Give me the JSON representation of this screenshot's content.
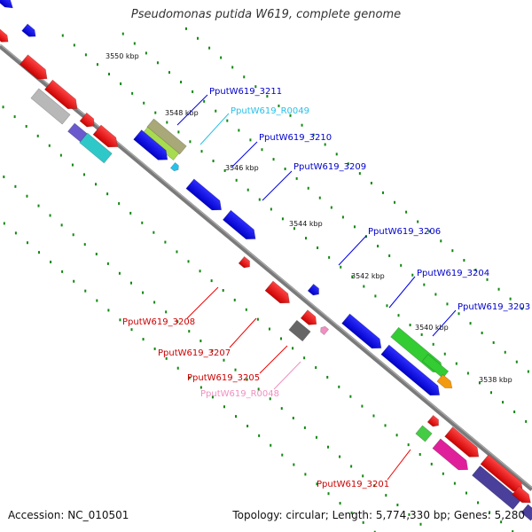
{
  "title": "Pseudomonas putida W619, complete genome",
  "footer": {
    "accession": "Accession: NC_010501",
    "topology": "Topology: circular; Length: 5,774,330 bp; Genes: 5,280"
  },
  "ticks": [
    "3550 kbp",
    "3548 kbp",
    "3546 kbp",
    "3544 kbp",
    "3542 kbp",
    "3540 kbp",
    "3538 kbp"
  ],
  "labels": {
    "g3211": "PputW619_3211",
    "r0049": "PputW619_R0049",
    "g3210": "PputW619_3210",
    "g3209": "PputW619_3209",
    "g3206": "PputW619_3206",
    "g3204": "PputW619_3204",
    "g3203": "PputW619_3203",
    "g3208": "PputW619_3208",
    "g3207": "PputW619_3207",
    "g3205": "PputW619_3205",
    "r0048": "PputW619_R0048",
    "g3201": "PputW619_3201"
  },
  "colors": {
    "forward": "#0000ee",
    "reverse": "#ee0000",
    "rna": "#29c0e8",
    "rna_pink": "#f08fc0",
    "backbone": "#777777",
    "tick_dots": "#118811",
    "green": "#33cc33",
    "lime": "#a8dc50",
    "olive": "#a8a878",
    "teal": "#2ec8c8",
    "gray": "#b8b8b8",
    "purple": "#6a5acd",
    "magenta": "#e0209a",
    "navy": "#4a3f9a",
    "orange": "#f29a10",
    "dark_gray": "#666666"
  }
}
